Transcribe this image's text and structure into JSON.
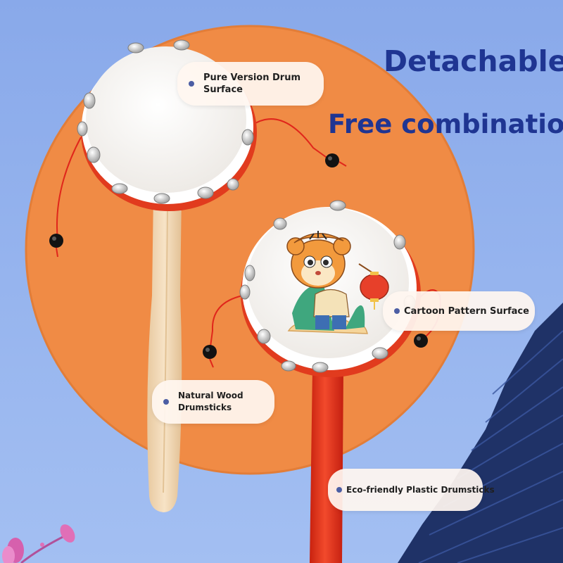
{
  "headline": {
    "line1": "Detachable",
    "line2": "Free combination"
  },
  "callouts": {
    "drum_surface": "Pure Version Drum Surface",
    "cartoon_surface": "Cartoon Pattern Surface",
    "wood_drumsticks": "Natural Wood Drumsticks",
    "plastic_drumsticks": "Eco-friendly Plastic Drumsticks"
  },
  "colors": {
    "background": "#8fb0ec",
    "orange_disc": "#f08b45",
    "headline_text": "#1f3592",
    "callout_dot": "#4c5ea4",
    "red_handle": "#e8301e",
    "wood_handle": "#f2d8b4",
    "fan_navy": "#1f3267"
  }
}
